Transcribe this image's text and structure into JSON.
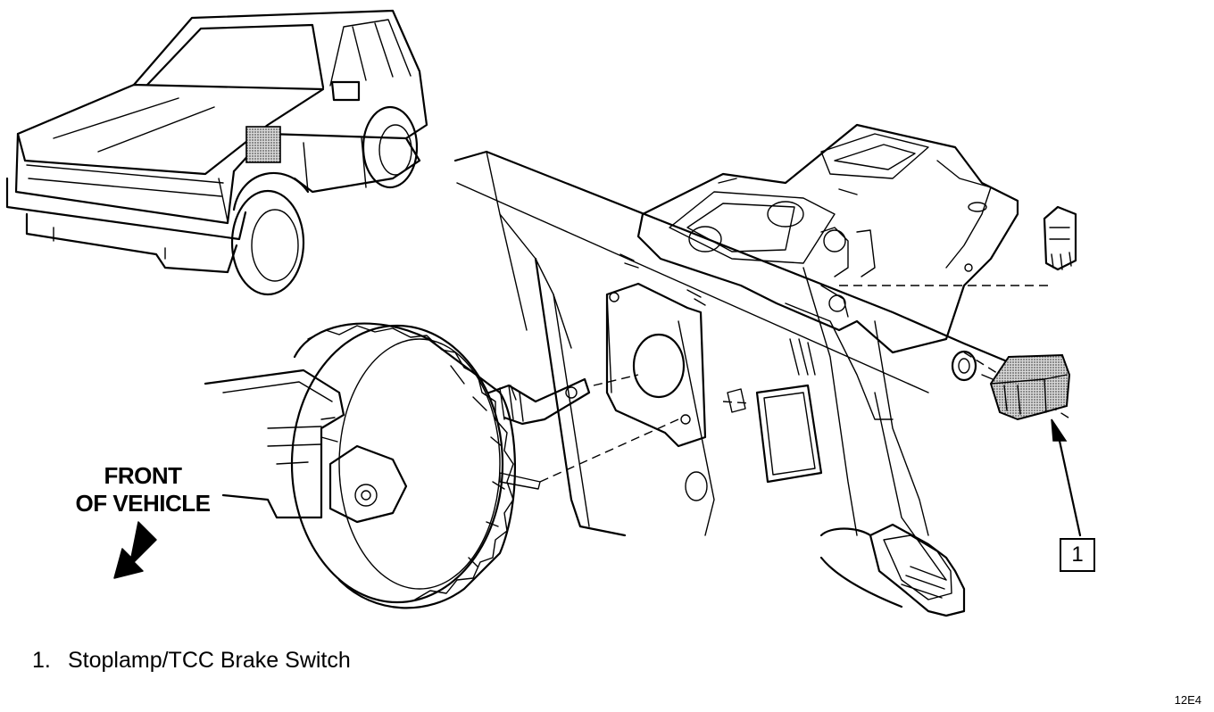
{
  "diagram": {
    "direction_label_line1": "FRONT",
    "direction_label_line2": "OF VEHICLE",
    "callout_number": "1",
    "legend": [
      {
        "number": "1.",
        "text": "Stoplamp/TCC Brake Switch"
      }
    ],
    "figure_code": "12E4"
  },
  "colors": {
    "ink": "#000000",
    "background": "#ffffff",
    "shade": "#b0b0b0"
  }
}
